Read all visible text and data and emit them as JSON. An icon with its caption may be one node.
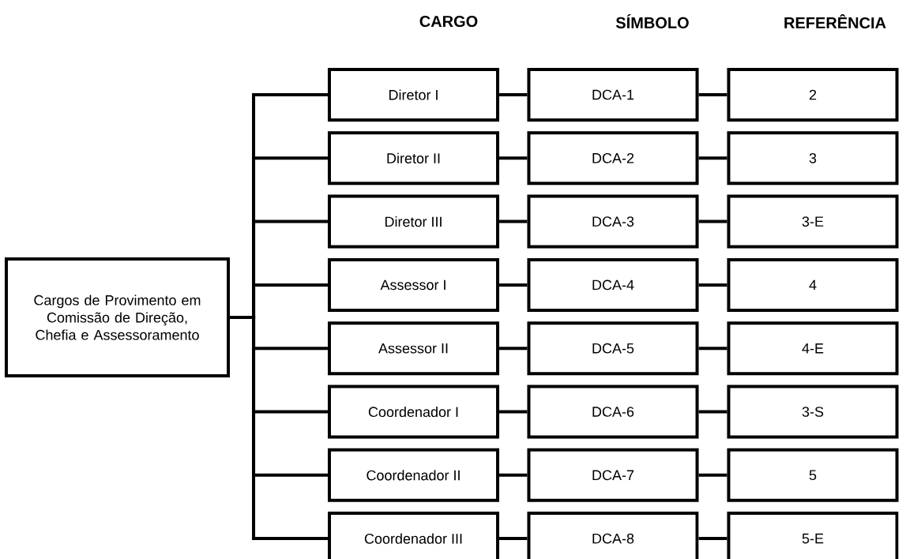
{
  "diagram": {
    "nodes": [
      {
        "text": [
          "Cargos de Provimento em Comissão de Direção, Chefia e Assessoramento"
        ]
      },
      {
        "text": [
          "Diretor I"
        ]
      },
      {
        "text": [
          "DCA-1"
        ]
      },
      {
        "text": [
          "2"
        ]
      },
      {
        "text": [
          "Diretor II"
        ]
      },
      {
        "text": [
          "DCA-2"
        ]
      },
      {
        "text": [
          "3"
        ]
      },
      {
        "text": [
          "Diretor III"
        ]
      },
      {
        "text": [
          "DCA-3"
        ]
      },
      {
        "text": [
          "3-E"
        ]
      },
      {
        "text": [
          "Assessor I"
        ]
      },
      {
        "text": [
          "DCA-4"
        ]
      },
      {
        "text": [
          "4"
        ]
      },
      {
        "text": [
          "Assessor II"
        ]
      },
      {
        "text": [
          "DCA-5"
        ]
      },
      {
        "text": [
          "4-E"
        ]
      },
      {
        "text": [
          "Coordenador I"
        ]
      },
      {
        "text": [
          "DCA-6"
        ]
      },
      {
        "text": [
          "3-S"
        ]
      },
      {
        "text": [
          "Coordenador II"
        ]
      },
      {
        "text": [
          "DCA-7"
        ]
      },
      {
        "text": [
          "5"
        ]
      },
      {
        "text": [
          "Coordenador III"
        ]
      },
      {
        "text": [
          "DCA-8"
        ]
      },
      {
        "text": [
          "5-E"
        ]
      }
    ],
    "edges": [
      {
        "from": 0,
        "to": 1,
        "arrow": "none"
      },
      {
        "from": 1,
        "to": 2,
        "arrow": "none"
      },
      {
        "from": 2,
        "to": 3,
        "arrow": "none"
      },
      {
        "from": 0,
        "to": 4,
        "arrow": "none"
      },
      {
        "from": 4,
        "to": 5,
        "arrow": "none"
      },
      {
        "from": 5,
        "to": 6,
        "arrow": "none"
      },
      {
        "from": 0,
        "to": 7,
        "arrow": "none"
      },
      {
        "from": 7,
        "to": 8,
        "arrow": "none"
      },
      {
        "from": 8,
        "to": 9,
        "arrow": "none"
      },
      {
        "from": 0,
        "to": 10,
        "arrow": "none"
      },
      {
        "from": 10,
        "to": 11,
        "arrow": "none"
      },
      {
        "from": 11,
        "to": 12,
        "arrow": "none"
      },
      {
        "from": 0,
        "to": 13,
        "arrow": "none"
      },
      {
        "from": 13,
        "to": 14,
        "arrow": "none"
      },
      {
        "from": 14,
        "to": 15,
        "arrow": "none"
      },
      {
        "from": 0,
        "to": 16,
        "arrow": "none"
      },
      {
        "from": 16,
        "to": 17,
        "arrow": "none"
      },
      {
        "from": 17,
        "to": 18,
        "arrow": "none"
      },
      {
        "from": 0,
        "to": 19,
        "arrow": "none"
      },
      {
        "from": 19,
        "to": 20,
        "arrow": "none"
      },
      {
        "from": 20,
        "to": 21,
        "arrow": "none"
      },
      {
        "from": 0,
        "to": 22,
        "arrow": "none"
      },
      {
        "from": 22,
        "to": 23,
        "arrow": "none"
      },
      {
        "from": 23,
        "to": 24,
        "arrow": "none"
      }
    ],
    "labels": [
      "CARGO",
      "SÍMBOLO",
      "REFERÊNCIA"
    ]
  }
}
